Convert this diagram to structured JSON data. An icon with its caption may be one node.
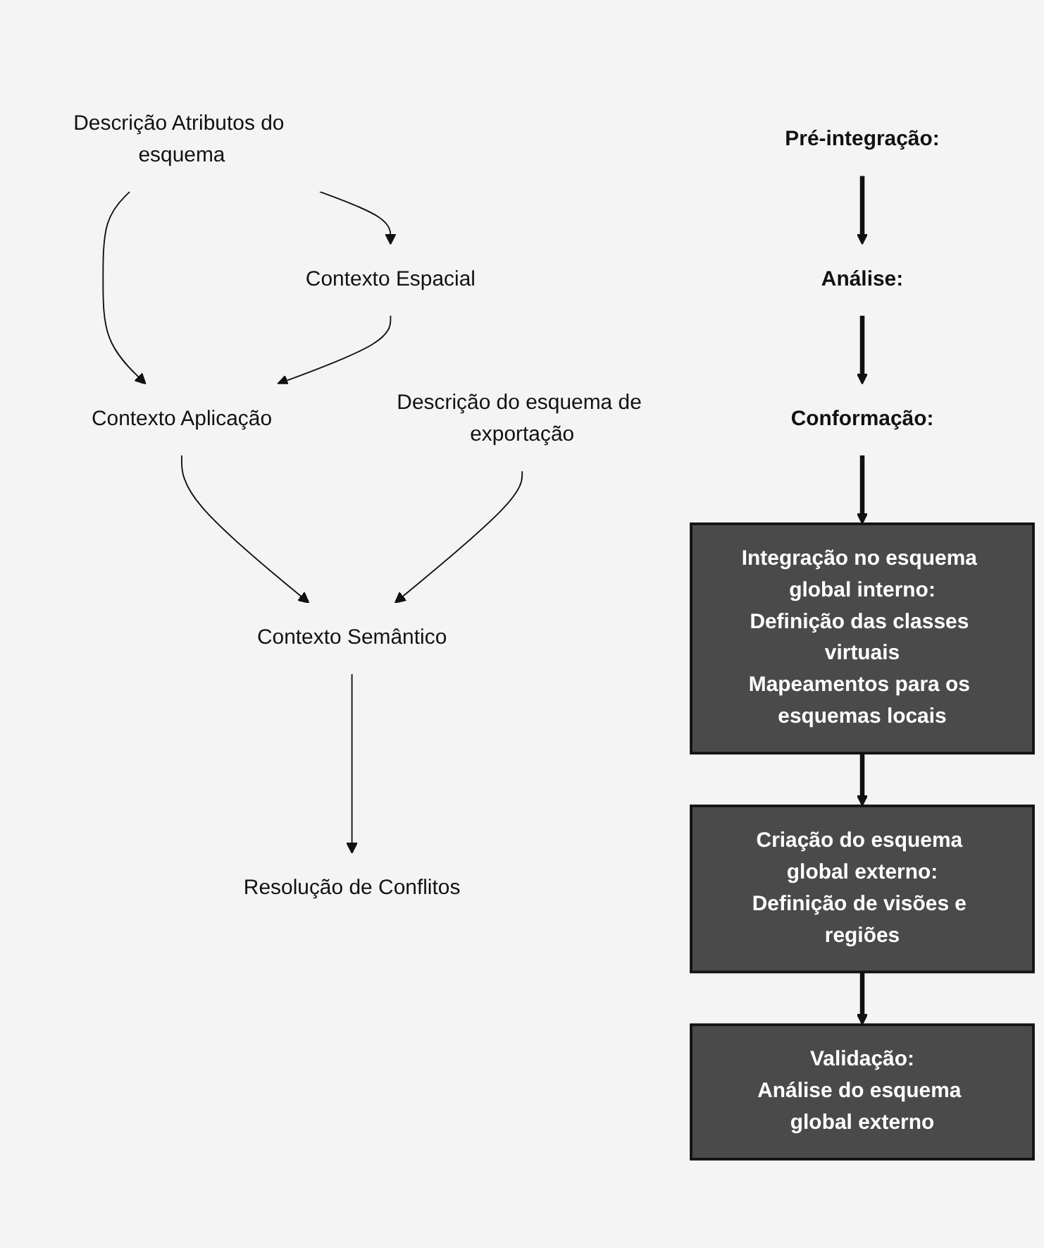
{
  "diagram": {
    "nodes": [
      {
        "text": [
          "Pré-integração:"
        ]
      },
      {
        "text": [
          "Descrição Atributos do esquema"
        ]
      },
      {
        "text": [
          "Descrição do esquema de exportação"
        ]
      },
      {
        "text": [
          "Análise:"
        ]
      },
      {
        "text": [
          "Contexto Espacial"
        ]
      },
      {
        "text": [
          "Contexto Aplicação"
        ]
      },
      {
        "text": [
          "Contexto Semântico"
        ]
      },
      {
        "text": [
          "Conformação:"
        ]
      },
      {
        "text": [
          "Resolução de Conflitos"
        ]
      },
      {
        "text": [
          "Integração no esquema global interno:",
          "Definição das classes virtuais",
          "Mapeamentos para os esquemas locais"
        ]
      },
      {
        "text": [
          "Criação do esquema global externo:",
          "Definição de visões e regiões"
        ]
      },
      {
        "text": [
          "Validação:",
          "Análise do esquema global externo"
        ]
      }
    ],
    "edges": [
      {
        "from": 0,
        "to": 3,
        "arrow": "to",
        "style": "thick"
      },
      {
        "from": 1,
        "to": 4,
        "arrow": "to"
      },
      {
        "from": 1,
        "to": 5,
        "arrow": "to"
      },
      {
        "from": 4,
        "to": 5,
        "arrow": "to"
      },
      {
        "from": 5,
        "to": 6,
        "arrow": "to"
      },
      {
        "from": 2,
        "to": 6,
        "arrow": "to"
      },
      {
        "from": 3,
        "to": 7,
        "arrow": "to",
        "style": "thick"
      },
      {
        "from": 6,
        "to": 8,
        "arrow": "to"
      },
      {
        "from": 7,
        "to": 9,
        "arrow": "to",
        "style": "thick"
      },
      {
        "from": 9,
        "to": 10,
        "arrow": "to",
        "style": "thick"
      },
      {
        "from": 10,
        "to": 11,
        "arrow": "to",
        "style": "thick"
      }
    ]
  }
}
